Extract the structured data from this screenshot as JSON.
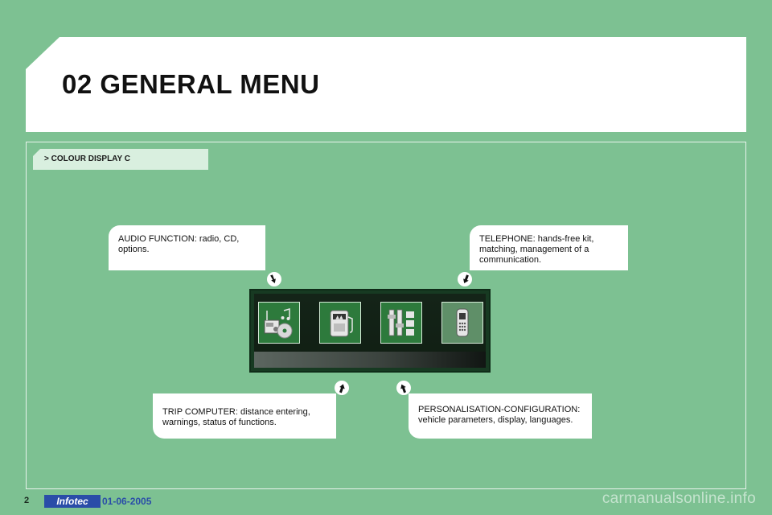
{
  "page": {
    "title": "02 GENERAL MENU",
    "section_tab": "> COLOUR DISPLAY C"
  },
  "callouts": {
    "audio": {
      "line1": "AUDIO FUNCTION: radio, CD,",
      "line2": "options."
    },
    "telephone": {
      "line1": "TELEPHONE: hands-free kit,",
      "line2": "matching, management of a",
      "line3": "communication."
    },
    "trip": {
      "line1": "TRIP COMPUTER: distance entering,",
      "line2": "warnings, status of functions."
    },
    "personalisation": {
      "line1": "PERSONALISATION-CONFIGURATION:",
      "line2": "vehicle parameters, display, languages."
    }
  },
  "display": {
    "icons": [
      "audio-icon",
      "trip-computer-icon",
      "configuration-icon",
      "telephone-icon"
    ],
    "selected_index": 3
  },
  "footer": {
    "page_number": "2",
    "logo_text": "Infotec",
    "date": "01-06-2005",
    "watermark": "carmanualsonline.info"
  },
  "colors": {
    "background": "#7dc192",
    "tile": "#2d7a3c",
    "tile_selected": "#5f8f68",
    "footer_blue": "#2a4da8"
  }
}
